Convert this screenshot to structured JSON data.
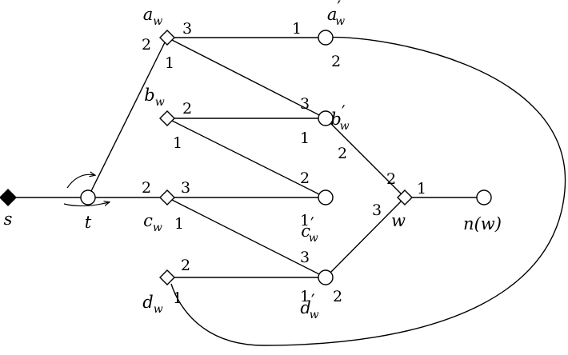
{
  "nodes": [
    {
      "id": "s",
      "shape": "filled-diamond",
      "label_main": "s",
      "label_prime": "",
      "label_sub": ""
    },
    {
      "id": "t",
      "shape": "circle",
      "label_main": "t",
      "label_prime": "",
      "label_sub": ""
    },
    {
      "id": "aw",
      "shape": "diamond",
      "label_main": "a",
      "label_prime": "",
      "label_sub": "w"
    },
    {
      "id": "bw",
      "shape": "diamond",
      "label_main": "b",
      "label_prime": "",
      "label_sub": "w"
    },
    {
      "id": "cw",
      "shape": "diamond",
      "label_main": "c",
      "label_prime": "",
      "label_sub": "w"
    },
    {
      "id": "dw",
      "shape": "diamond",
      "label_main": "d",
      "label_prime": "",
      "label_sub": "w"
    },
    {
      "id": "apw",
      "shape": "circle",
      "label_main": "a",
      "label_prime": "′",
      "label_sub": "w"
    },
    {
      "id": "bpw",
      "shape": "circle",
      "label_main": "b",
      "label_prime": "′",
      "label_sub": "w"
    },
    {
      "id": "cpw",
      "shape": "circle",
      "label_main": "c",
      "label_prime": "′",
      "label_sub": "w"
    },
    {
      "id": "dpw",
      "shape": "circle",
      "label_main": "d",
      "label_prime": "′",
      "label_sub": "w"
    },
    {
      "id": "w",
      "shape": "diamond",
      "label_main": "w",
      "label_prime": "",
      "label_sub": ""
    },
    {
      "id": "nw",
      "shape": "circle",
      "label_main": "n(w)",
      "label_prime": "",
      "label_sub": ""
    }
  ],
  "edges": [
    {
      "from": "s",
      "to": "t"
    },
    {
      "from": "t",
      "to": "aw"
    },
    {
      "from": "t",
      "to": "cw"
    },
    {
      "from": "aw",
      "to": "apw"
    },
    {
      "from": "aw",
      "to": "bpw"
    },
    {
      "from": "bw",
      "to": "bpw"
    },
    {
      "from": "bw",
      "to": "cpw"
    },
    {
      "from": "cw",
      "to": "cpw"
    },
    {
      "from": "cw",
      "to": "dpw"
    },
    {
      "from": "dw",
      "to": "dpw"
    },
    {
      "from": "bpw",
      "to": "w"
    },
    {
      "from": "dpw",
      "to": "w"
    },
    {
      "from": "w",
      "to": "nw"
    },
    {
      "from": "apw",
      "to": "dw",
      "curved": true
    }
  ],
  "port_labels": [
    {
      "node": "aw",
      "text": "2"
    },
    {
      "node": "aw",
      "text": "3"
    },
    {
      "node": "aw",
      "text": "1"
    },
    {
      "node": "apw",
      "text": "1"
    },
    {
      "node": "apw",
      "text": "2"
    },
    {
      "node": "bw",
      "text": "2"
    },
    {
      "node": "bw",
      "text": "1"
    },
    {
      "node": "bpw",
      "text": "3"
    },
    {
      "node": "bpw",
      "text": "1"
    },
    {
      "node": "bpw",
      "text": "2"
    },
    {
      "node": "cw",
      "text": "2"
    },
    {
      "node": "cw",
      "text": "3"
    },
    {
      "node": "cw",
      "text": "1"
    },
    {
      "node": "cpw",
      "text": "2"
    },
    {
      "node": "cpw",
      "text": "1"
    },
    {
      "node": "dw",
      "text": "2"
    },
    {
      "node": "dw",
      "text": "1"
    },
    {
      "node": "dpw",
      "text": "3"
    },
    {
      "node": "dpw",
      "text": "1"
    },
    {
      "node": "dpw",
      "text": "2"
    },
    {
      "node": "w",
      "text": "2"
    },
    {
      "node": "w",
      "text": "3"
    },
    {
      "node": "w",
      "text": "1"
    }
  ],
  "rotation_arrows": {
    "node": "t",
    "count": 2
  }
}
